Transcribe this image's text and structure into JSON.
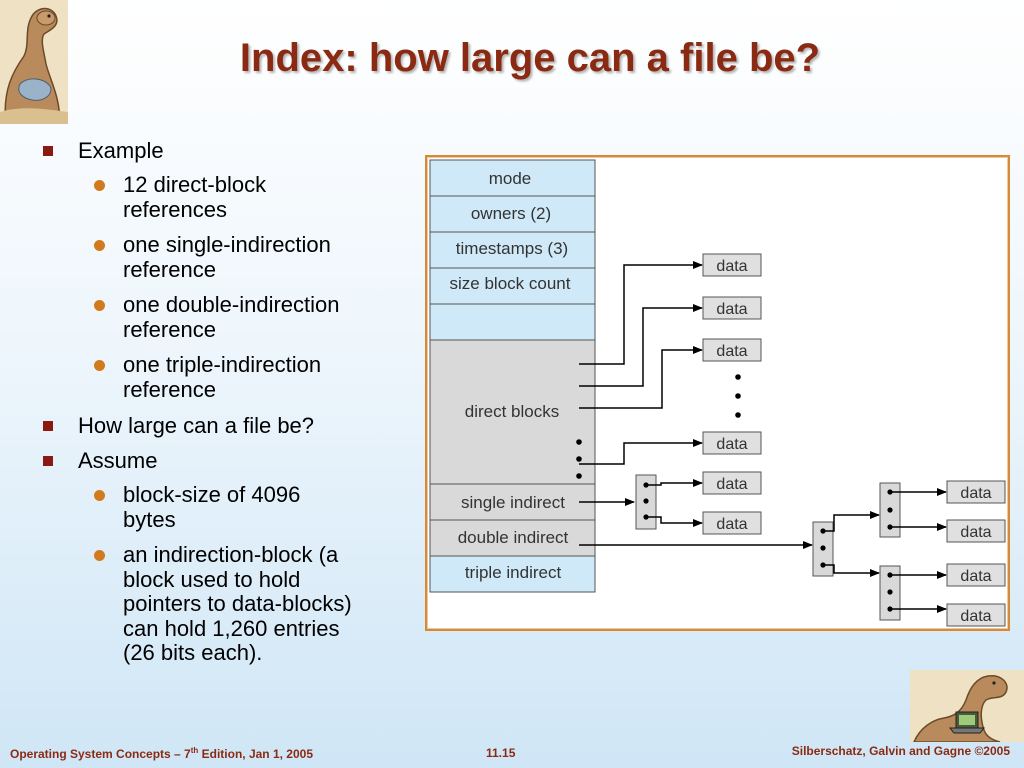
{
  "slide": {
    "title": "Index: how large can a file be?",
    "bullets": {
      "example": "Example",
      "example_items": [
        [
          "12 direct-block",
          "references"
        ],
        [
          "one single-indirection",
          "reference"
        ],
        [
          "one double-indirection",
          "reference"
        ],
        [
          "one triple-indirection",
          "reference"
        ]
      ],
      "question": "How large can a file be?",
      "assume": "Assume",
      "assume_items": [
        [
          "block-size of 4096",
          "bytes"
        ],
        [
          "an indirection-block (a",
          "block used to hold",
          "pointers to data-blocks)",
          "can hold 1,260 entries",
          "(26 bits each)."
        ]
      ]
    }
  },
  "diagram": {
    "inode_fields": {
      "mode": "mode",
      "owners": "owners (2)",
      "timestamps": "timestamps (3)",
      "size_block_count": "size block count",
      "direct_blocks": "direct blocks",
      "single_indirect": "single indirect",
      "double_indirect": "double indirect",
      "triple_indirect": "triple indirect"
    },
    "data_label": "data"
  },
  "footer": {
    "left_prefix": "Operating System Concepts – 7",
    "left_sup": "th",
    "left_suffix": " Edition, Jan 1, 2005",
    "page": "11.15",
    "right": "Silberschatz, Galvin and Gagne ©2005"
  },
  "colors": {
    "title": "#8b2a12",
    "inode_fill": "#cfe9f8",
    "direct_fill": "#d9d9d9",
    "frame": "#d58a3a"
  }
}
